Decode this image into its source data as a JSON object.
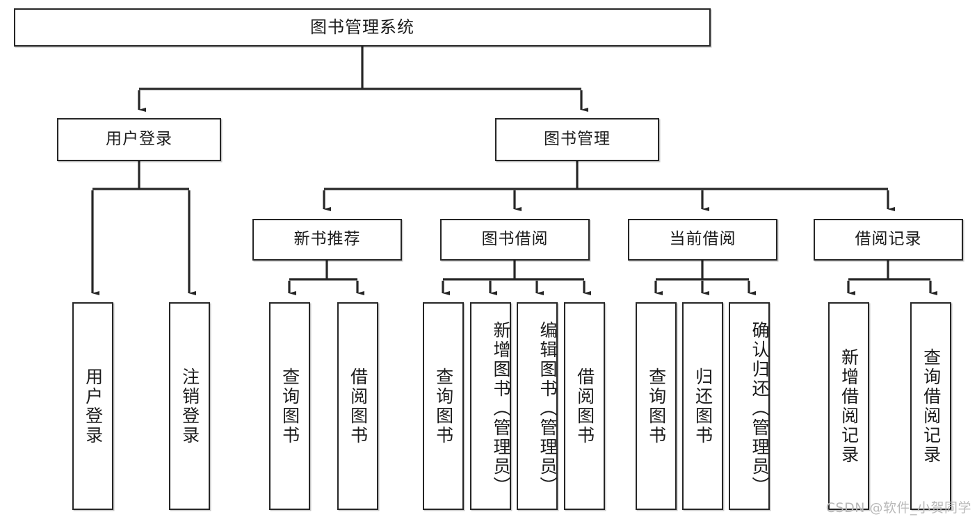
{
  "diagram": {
    "title": "图书管理系统",
    "type": "hierarchy-tree",
    "root": {
      "id": "root",
      "label": "图书管理系统"
    },
    "level2": [
      {
        "id": "user-login",
        "label": "用户登录"
      },
      {
        "id": "book-manage",
        "label": "图书管理"
      }
    ],
    "level3": [
      {
        "id": "new-book-rec",
        "label": "新书推荐"
      },
      {
        "id": "book-borrow",
        "label": "图书借阅"
      },
      {
        "id": "current-borrow",
        "label": "当前借阅"
      },
      {
        "id": "borrow-record",
        "label": "借阅记录"
      }
    ],
    "leaves": {
      "user_login": [
        {
          "id": "leaf-user-login",
          "label": "用户登录"
        },
        {
          "id": "leaf-logout",
          "label": "注销登录"
        }
      ],
      "new_book_rec": [
        {
          "id": "leaf-query-book-1",
          "label": "查询图书"
        },
        {
          "id": "leaf-borrow-book-1",
          "label": "借阅图书"
        }
      ],
      "book_borrow": [
        {
          "id": "leaf-query-book-2",
          "label": "查询图书"
        },
        {
          "id": "leaf-add-book",
          "label": "新增图书（管理员）"
        },
        {
          "id": "leaf-edit-book",
          "label": "编辑图书（管理员）"
        },
        {
          "id": "leaf-borrow-book-2",
          "label": "借阅图书"
        }
      ],
      "current_borrow": [
        {
          "id": "leaf-query-book-3",
          "label": "查询图书"
        },
        {
          "id": "leaf-return-book",
          "label": "归还图书"
        },
        {
          "id": "leaf-confirm-return",
          "label": "确认归还（管理员）"
        }
      ],
      "borrow_record": [
        {
          "id": "leaf-add-record",
          "label": "新增借阅记录"
        },
        {
          "id": "leaf-query-record",
          "label": "查询借阅记录"
        }
      ]
    }
  },
  "watermark": {
    "text": "CSDN @软件_小贺同学"
  },
  "colors": {
    "stroke": "#262626",
    "box_fill": "#ffffff",
    "text": "#1b1b1b",
    "watermark": "#b9b9b9",
    "background": "#ffffff"
  }
}
